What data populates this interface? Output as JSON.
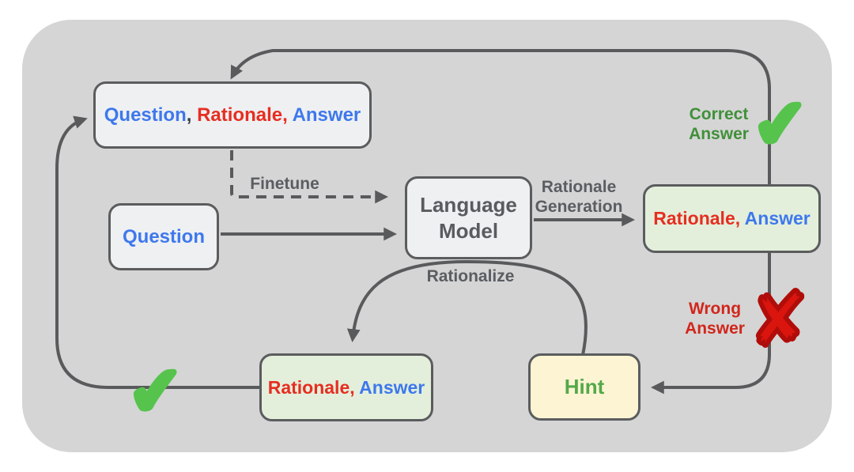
{
  "diagram": {
    "boxes": {
      "question_rationale_answer": {
        "question": "Question",
        "comma": ", ",
        "rationale": "Rationale, ",
        "answer": "Answer"
      },
      "question": {
        "label": "Question"
      },
      "language_model": {
        "line1": "Language",
        "line2": "Model"
      },
      "rationale_answer_right": {
        "rationale": "Rationale, ",
        "answer": "Answer"
      },
      "rationale_answer_bottom": {
        "rationale": "Rationale, ",
        "answer": "Answer"
      },
      "hint": {
        "label": "Hint"
      }
    },
    "edge_labels": {
      "finetune": "Finetune",
      "rationale_generation": {
        "line1": "Rationale",
        "line2": "Generation"
      },
      "rationalize": "Rationalize"
    },
    "annotations": {
      "correct_answer": {
        "line1": "Correct",
        "line2": "Answer"
      },
      "wrong_answer": {
        "line1": "Wrong",
        "line2": "Answer"
      }
    },
    "icons": {
      "check": "✔",
      "cross": "✘"
    },
    "colors": {
      "panel_bg": "#d5d5d5",
      "light_box_bg": "#eef0f2",
      "green_box_bg": "#e3efdb",
      "hint_box_bg": "#fcf4d3",
      "box_border": "#5b5c5e",
      "arrow_line": "#595a5c",
      "blue_text": "#3e78ec",
      "red_text": "#e62e21",
      "dark_text": "#3a3f45",
      "grey_label_text": "#5a5d61",
      "correct_green_text": "#40903a",
      "check_green": "#56c34d",
      "cross_red": "#da150e",
      "wrong_red_text": "#d1261b",
      "hint_green_text": "#53a94a"
    }
  }
}
